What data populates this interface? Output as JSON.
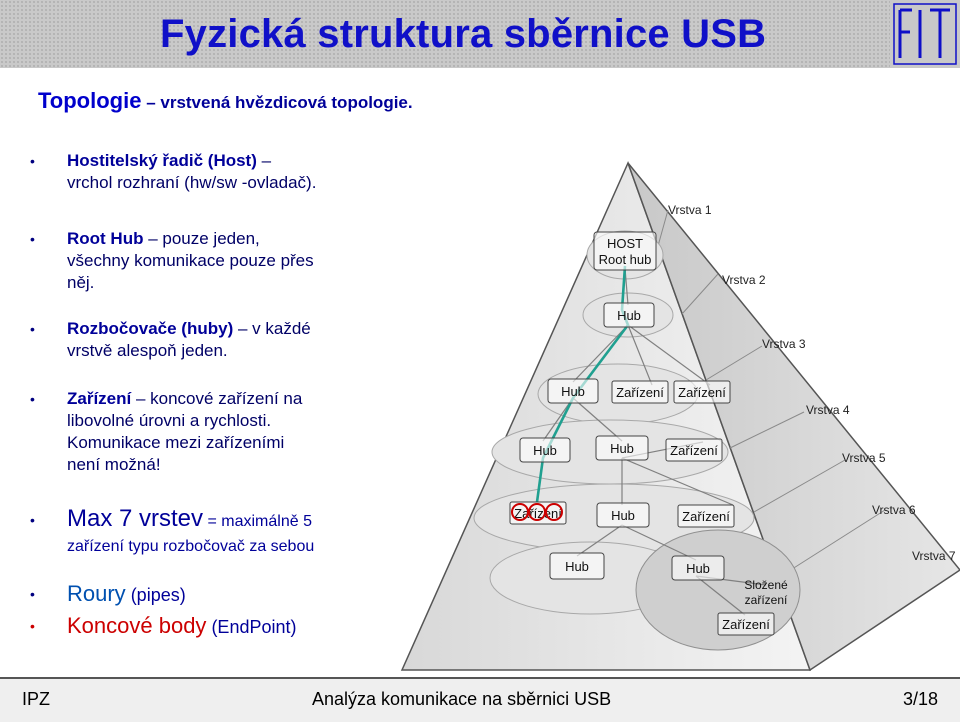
{
  "slide": {
    "title": "Fyzická struktura sběrnice USB",
    "subtitle_bold": "Topologie",
    "subtitle_rest": " – vrstvená hvězdicová topologie."
  },
  "bullets": [
    {
      "bold": "Hostitelský řadič (Host)",
      "rest": " –",
      "line2": "vrchol rozhraní (hw/sw -ovladač)."
    },
    {
      "bold": "Root Hub",
      "rest": " – pouze jeden,",
      "line2": "všechny komunikace pouze přes",
      "line3": "něj."
    },
    {
      "bold": "Rozbočovače (huby)",
      "rest": " – v každé",
      "line2": "vrstvě alespoň jeden."
    },
    {
      "bold": "Zařízení",
      "rest": " – koncové zařízení na",
      "line2": "libovolné úrovni a rychlosti.",
      "line3": "Komunikace mezi zařízeními",
      "line4": "není možná!"
    }
  ],
  "max_layers": {
    "big": "Max 7 vrstev",
    "small": " = maximálně 5",
    "line2": "zařízení typu rozbočovač za sebou"
  },
  "pipes": {
    "colored": "Roury",
    "rest": " (pipes)"
  },
  "endpoints": {
    "colored": "Koncové body",
    "rest": " (EndPoint)"
  },
  "diagram": {
    "layers": [
      "Vrstva 1",
      "Vrstva 2",
      "Vrstva 3",
      "Vrstva 4",
      "Vrstva 5",
      "Vrstva 6",
      "Vrstva 7"
    ],
    "host_line1": "HOST",
    "host_line2": "Root hub",
    "hub": "Hub",
    "device": "Zařízení",
    "composite_line1": "Složené",
    "composite_line2": "zařízení"
  },
  "footer": {
    "left": "IPZ",
    "center": "Analýza komunikace na sběrnici USB",
    "right": "3/18"
  },
  "colors": {
    "title": "#1010c8",
    "text": "#000099",
    "pipes": "#0050b0",
    "endpoints": "#cc0000",
    "path": "#20a090"
  }
}
